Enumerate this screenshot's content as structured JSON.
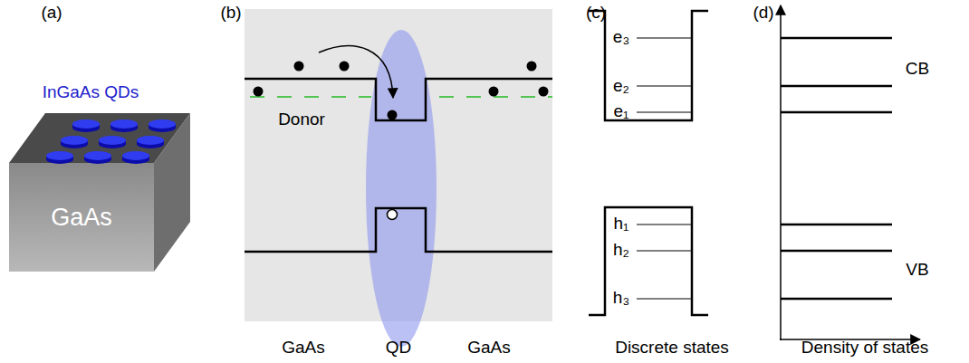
{
  "diagram": {
    "nodes": [
      {
        "text": [
          "GaAs"
        ]
      }
    ],
    "labels": [
      "(a)",
      "InGaAs QDs",
      "(b)",
      "Donor",
      "GaAs",
      "QD",
      "GaAs",
      "(c)",
      "e₃",
      "e₂",
      "e₁",
      "h₁",
      "h₂",
      "h₃",
      "Discrete states",
      "(d)",
      "CB",
      "VB",
      "Density of states"
    ]
  }
}
